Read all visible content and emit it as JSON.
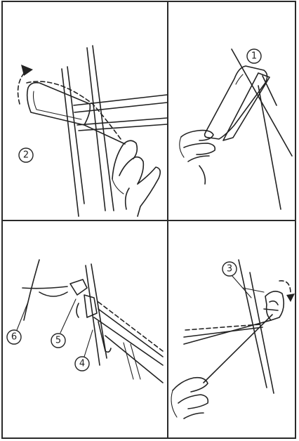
{
  "callouts": {
    "c1": "1",
    "c2": "2",
    "c3": "3",
    "c4": "4",
    "c5": "5",
    "c6": "6"
  },
  "icons": [
    "arrow-curved-up-icon",
    "arrow-curved-rotate-icon",
    "hand-icon"
  ]
}
